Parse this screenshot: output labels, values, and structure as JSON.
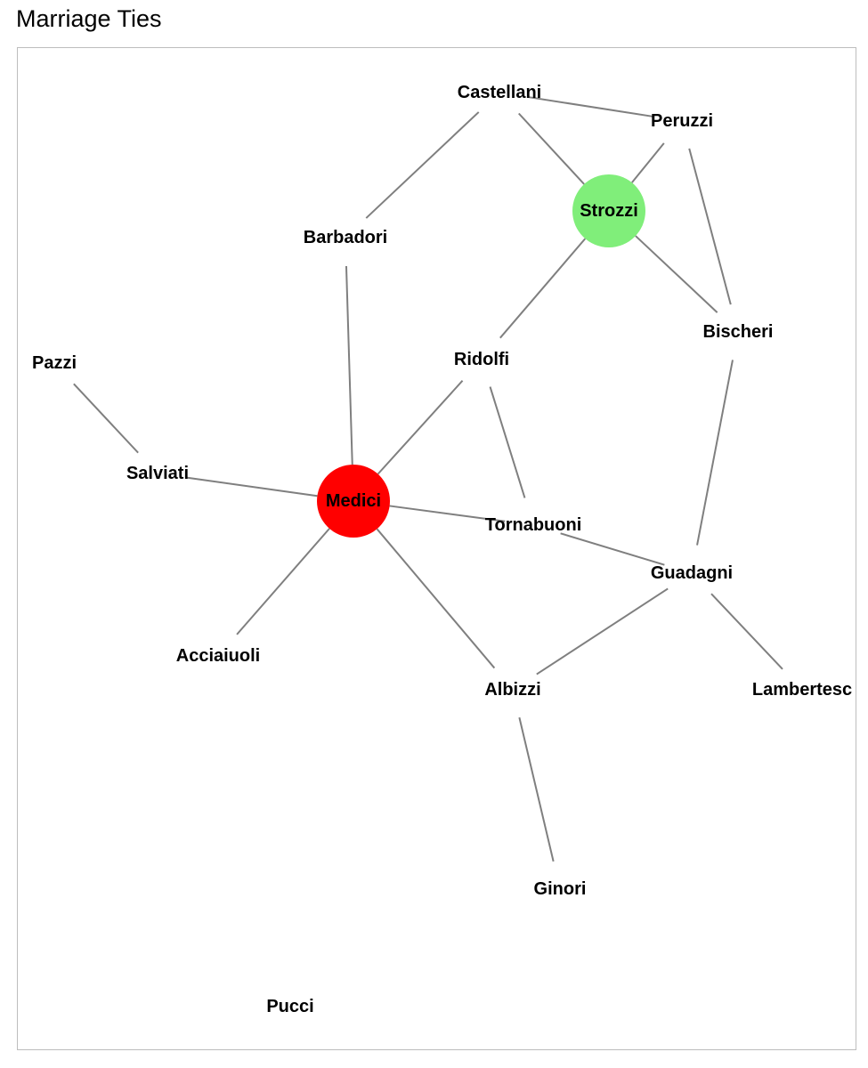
{
  "title": "Marriage Ties",
  "colors": {
    "edge": "#7f7f7f",
    "highlight_medici": "#ff0000",
    "highlight_strozzi": "#80ee7a",
    "frame": "#bdbdbd"
  },
  "nodes": [
    {
      "id": "castellani",
      "label": "Castellani"
    },
    {
      "id": "peruzzi",
      "label": "Peruzzi"
    },
    {
      "id": "strozzi",
      "label": "Strozzi",
      "highlight": "#80ee7a"
    },
    {
      "id": "barbadori",
      "label": "Barbadori"
    },
    {
      "id": "bischeri",
      "label": "Bischeri"
    },
    {
      "id": "ridolfi",
      "label": "Ridolfi"
    },
    {
      "id": "pazzi",
      "label": "Pazzi"
    },
    {
      "id": "salviati",
      "label": "Salviati"
    },
    {
      "id": "medici",
      "label": "Medici",
      "highlight": "#ff0000"
    },
    {
      "id": "tornabuoni",
      "label": "Tornabuoni"
    },
    {
      "id": "guadagni",
      "label": "Guadagni"
    },
    {
      "id": "acciaiuoli",
      "label": "Acciaiuoli"
    },
    {
      "id": "albizzi",
      "label": "Albizzi"
    },
    {
      "id": "lamberteschi",
      "label": "Lambertesc"
    },
    {
      "id": "ginori",
      "label": "Ginori"
    },
    {
      "id": "pucci",
      "label": "Pucci"
    }
  ],
  "edges": [
    [
      "castellani",
      "peruzzi"
    ],
    [
      "castellani",
      "strozzi"
    ],
    [
      "castellani",
      "barbadori"
    ],
    [
      "peruzzi",
      "strozzi"
    ],
    [
      "peruzzi",
      "bischeri"
    ],
    [
      "strozzi",
      "bischeri"
    ],
    [
      "strozzi",
      "ridolfi"
    ],
    [
      "barbadori",
      "medici"
    ],
    [
      "ridolfi",
      "medici"
    ],
    [
      "ridolfi",
      "tornabuoni"
    ],
    [
      "pazzi",
      "salviati"
    ],
    [
      "salviati",
      "medici"
    ],
    [
      "medici",
      "tornabuoni"
    ],
    [
      "medici",
      "acciaiuoli"
    ],
    [
      "medici",
      "albizzi"
    ],
    [
      "tornabuoni",
      "guadagni"
    ],
    [
      "bischeri",
      "guadagni"
    ],
    [
      "guadagni",
      "albizzi"
    ],
    [
      "guadagni",
      "lamberteschi"
    ],
    [
      "albizzi",
      "ginori"
    ]
  ]
}
